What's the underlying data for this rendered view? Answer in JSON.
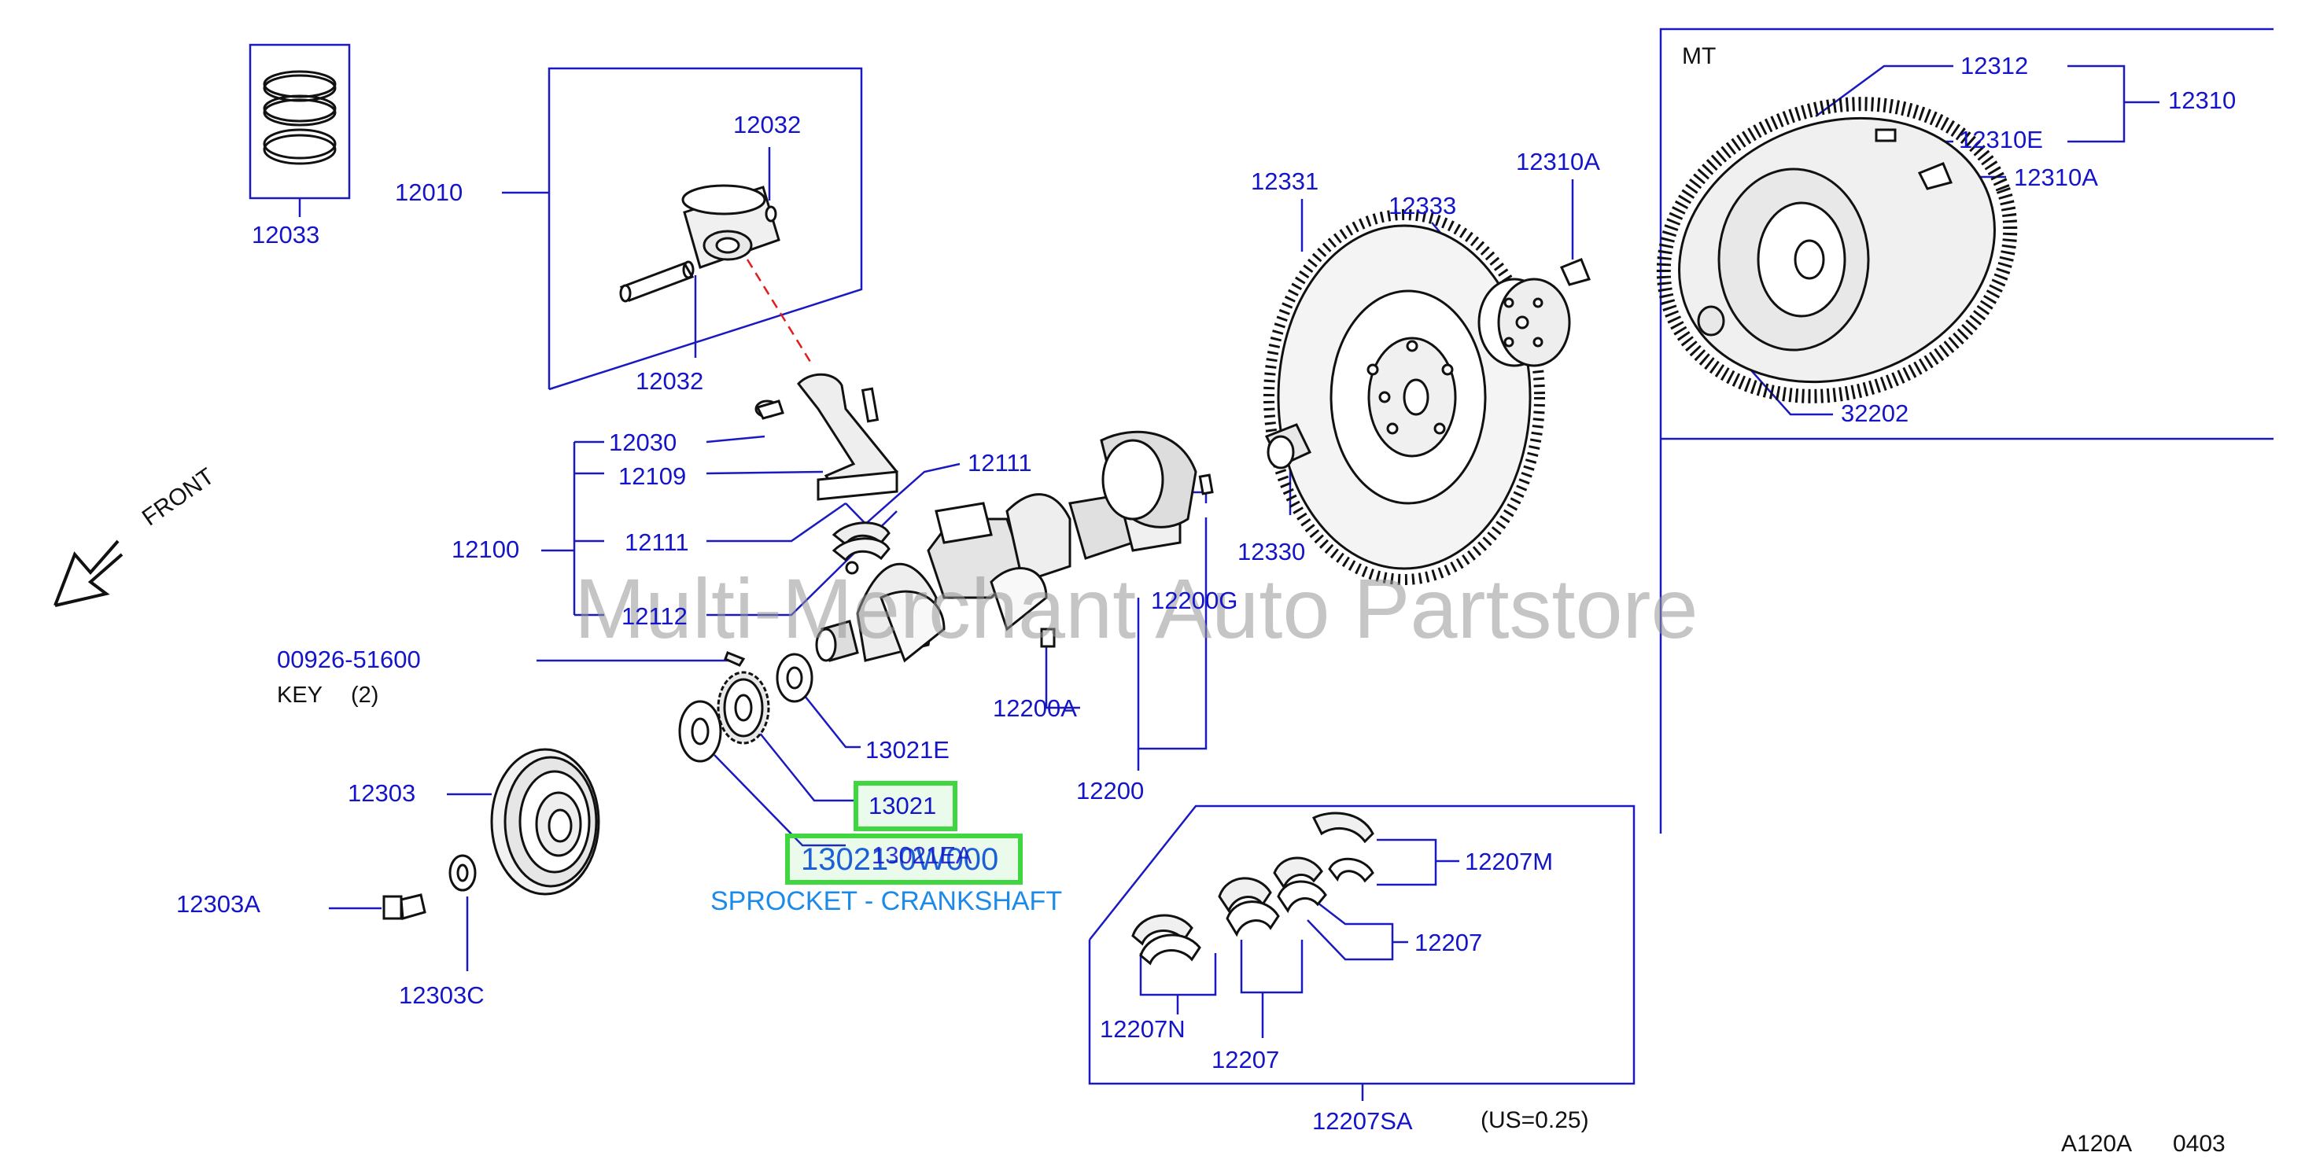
{
  "diagram": {
    "labels": {
      "p12033": "12033",
      "p12010": "12010",
      "p12032_top": "12032",
      "p12032_bot": "12032",
      "p12030": "12030",
      "p12109": "12109",
      "p12100": "12100",
      "p12111_left": "12111",
      "p12111_right": "12111",
      "p12112": "12112",
      "p00926": "00926-51600",
      "key": "KEY",
      "key_qty": "(2)",
      "p12303": "12303",
      "p12303A": "12303A",
      "p12303C": "12303C",
      "p13021E": "13021E",
      "p13021": "13021",
      "p13021EA": "13021EA",
      "p12200A": "12200A",
      "p12200G": "12200G",
      "p12200": "12200",
      "p12331": "12331",
      "p12333": "12333",
      "p12310A_mid": "12310A",
      "p12330": "12330",
      "mt": "MT",
      "p12312": "12312",
      "p12310": "12310",
      "p12310E": "12310E",
      "p12310A_right": "12310A",
      "p32202": "32202",
      "p12207M": "12207M",
      "p12207_right": "12207",
      "p12207N": "12207N",
      "p12207_bot": "12207",
      "p12207SA": "12207SA",
      "us": "(US=0.25)",
      "front": "FRONT",
      "code": "A120A",
      "code_num": "0403"
    },
    "highlight": {
      "part_number": "13021-0W000",
      "description": "SPROCKET - CRANKSHAFT"
    },
    "watermark": "Multi-Merchant Auto Partstore",
    "colors": {
      "label": "#1414c8",
      "line": "#1a1ac0",
      "highlight_border": "#3fd63f",
      "part_number": "#1c5fd6",
      "description": "#1c8ae8",
      "watermark": "#969696"
    }
  }
}
